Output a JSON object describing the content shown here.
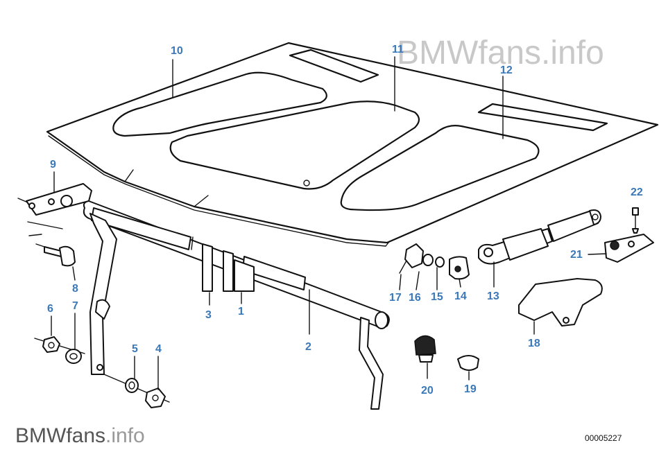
{
  "watermark": {
    "brand": "BMWfans",
    "suffix": ".info"
  },
  "diagram_id": "00005227",
  "callouts": {
    "p1": "1",
    "p2": "2",
    "p3": "3",
    "p4": "4",
    "p5": "5",
    "p6": "6",
    "p7": "7",
    "p8": "8",
    "p9": "9",
    "p10": "10",
    "p11": "11",
    "p12": "12",
    "p13": "13",
    "p14": "14",
    "p15": "15",
    "p16": "16",
    "p17": "17",
    "p18": "18",
    "p19": "19",
    "p20": "20",
    "p21": "21",
    "p22": "22"
  },
  "colors": {
    "callout": "#3a78b8",
    "line": "#111111",
    "watermark": "#c8c8c8"
  }
}
